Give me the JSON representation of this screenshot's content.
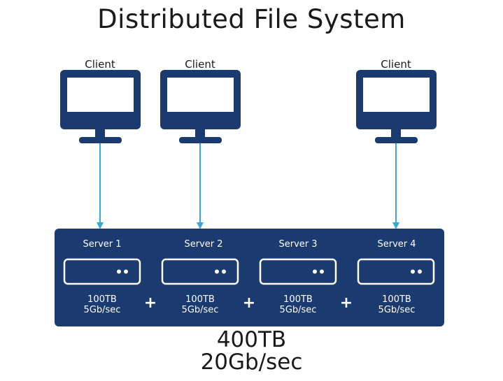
{
  "title": "Distributed File System",
  "clients": [
    {
      "label": "Client"
    },
    {
      "label": "Client"
    },
    {
      "label": "Client"
    }
  ],
  "servers": [
    {
      "name": "Server 1",
      "capacity": "100TB",
      "rate": "5Gb/sec"
    },
    {
      "name": "Server 2",
      "capacity": "100TB",
      "rate": "5Gb/sec"
    },
    {
      "name": "Server 3",
      "capacity": "100TB",
      "rate": "5Gb/sec"
    },
    {
      "name": "Server 4",
      "capacity": "100TB",
      "rate": "5Gb/sec"
    }
  ],
  "operators": {
    "plus": "+"
  },
  "totals": {
    "capacity": "400TB",
    "rate": "20Gb/sec"
  },
  "colors": {
    "navy": "#1b3a70",
    "arrow": "#3aa7d9",
    "text": "#1a1a1a",
    "white": "#ffffff"
  },
  "icons": {
    "monitor": "monitor-icon",
    "server": "server-drive-icon"
  }
}
